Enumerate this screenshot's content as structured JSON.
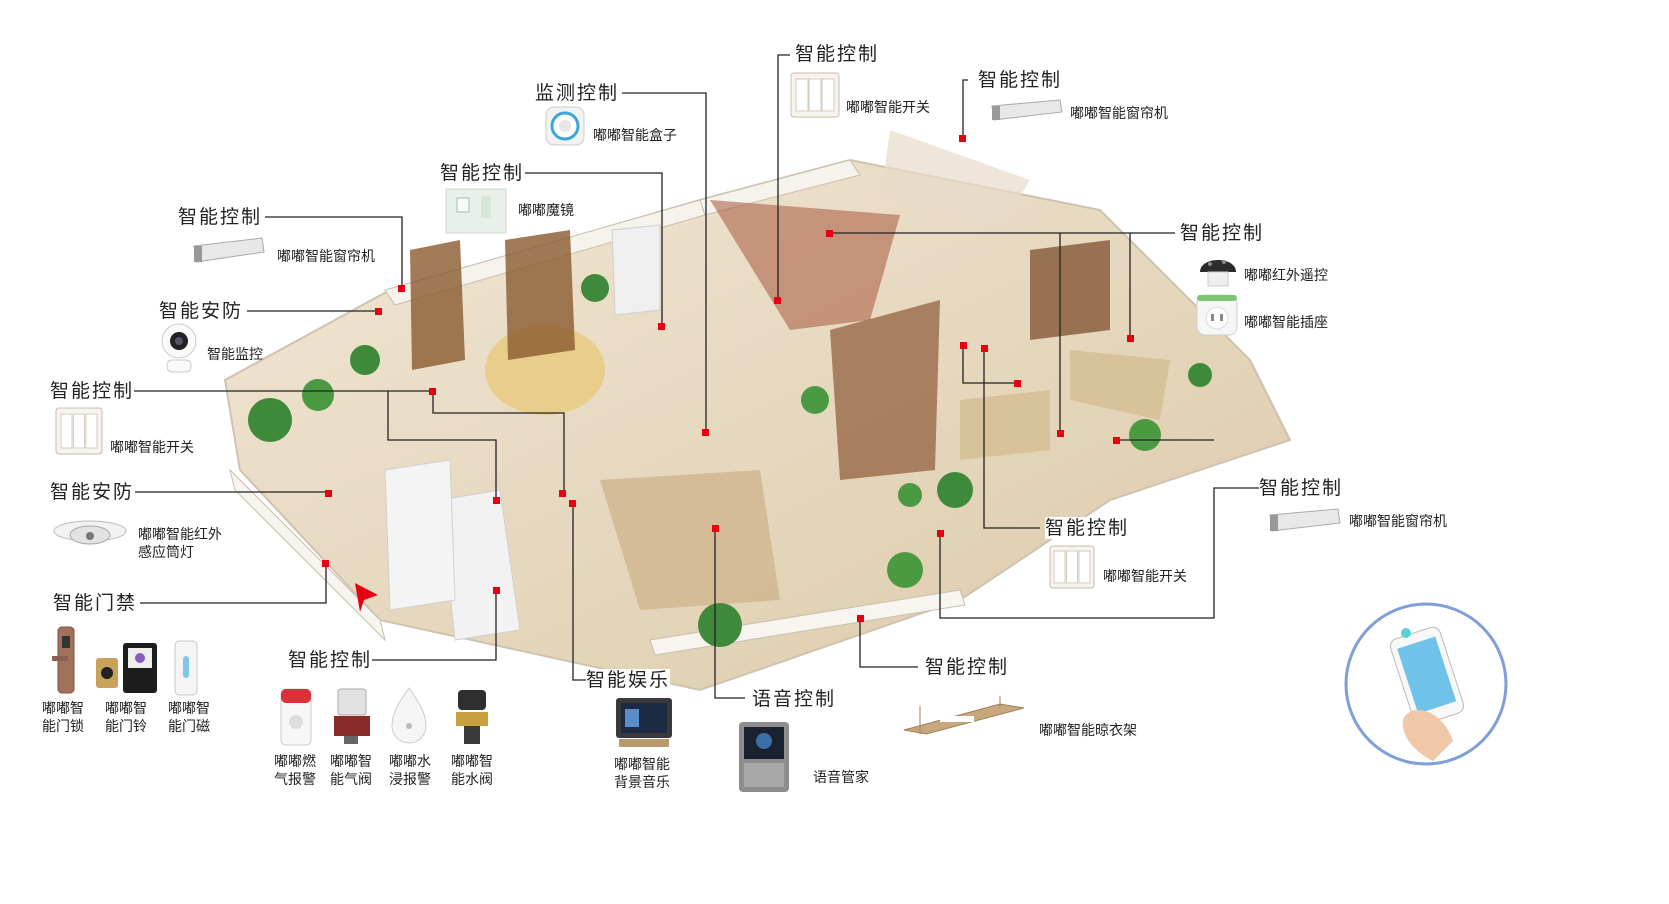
{
  "colors": {
    "leader": "#222222",
    "marker": "#e60012",
    "floor": "#e9dcc6",
    "wall": "#f3eee6"
  },
  "labels": {
    "c1": "智能控制",
    "p1": "嘟嘟智能开关",
    "c2": "智能控制",
    "p2": "嘟嘟智能窗帘机",
    "c3": "监测控制",
    "p3": "嘟嘟智能盒子",
    "c4": "智能控制",
    "p4": "嘟嘟魔镜",
    "c5": "智能控制",
    "p5": "嘟嘟智能窗帘机",
    "c6": "智能安防",
    "p6": "智能监控",
    "c7": "智能控制",
    "p7": "嘟嘟智能开关",
    "c8": "智能安防",
    "p8": "嘟嘟智能红外感应筒灯",
    "c9": "智能门禁",
    "p9a": "嘟嘟智能门锁",
    "p9b": "嘟嘟智能门铃",
    "p9c": "嘟嘟智能门磁",
    "c10": "智能控制",
    "p10a": "嘟嘟燃气报警",
    "p10b": "嘟嘟智能气阀",
    "p10c": "嘟嘟水浸报警",
    "p10d": "嘟嘟智能水阀",
    "c11": "智能娱乐",
    "p11": "嘟嘟智能背景音乐",
    "c12": "语音控制",
    "p12": "语音管家",
    "c13": "智能控制",
    "p13": "嘟嘟智能晾衣架",
    "c14": "智能控制",
    "p14": "嘟嘟智能开关",
    "c15": "智能控制",
    "p15": "嘟嘟智能窗帘机",
    "c16": "智能控制",
    "p16a": "嘟嘟红外遥控",
    "p16b": "嘟嘟智能插座"
  },
  "icons": [
    "switch-icon",
    "curtain-motor-icon",
    "smart-box-icon",
    "magic-mirror-icon",
    "camera-icon",
    "downlight-icon",
    "door-lock-icon",
    "doorbell-icon",
    "door-sensor-icon",
    "gas-alarm-icon",
    "gas-valve-icon",
    "water-leak-icon",
    "water-valve-icon",
    "music-panel-icon",
    "voice-butler-icon",
    "clothes-rack-icon",
    "ir-remote-icon",
    "smart-socket-icon",
    "phone-app-icon"
  ]
}
